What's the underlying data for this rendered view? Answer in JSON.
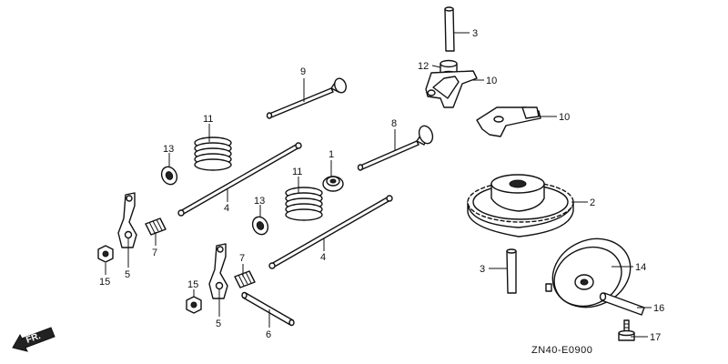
{
  "diagram": {
    "callouts": [
      {
        "id": "c1",
        "label": "1"
      },
      {
        "id": "c2",
        "label": "2"
      },
      {
        "id": "c3a",
        "label": "3"
      },
      {
        "id": "c3b",
        "label": "3"
      },
      {
        "id": "c4a",
        "label": "4"
      },
      {
        "id": "c4b",
        "label": "4"
      },
      {
        "id": "c5a",
        "label": "5"
      },
      {
        "id": "c5b",
        "label": "5"
      },
      {
        "id": "c6",
        "label": "6"
      },
      {
        "id": "c7a",
        "label": "7"
      },
      {
        "id": "c7b",
        "label": "7"
      },
      {
        "id": "c8",
        "label": "8"
      },
      {
        "id": "c9",
        "label": "9"
      },
      {
        "id": "c10a",
        "label": "10"
      },
      {
        "id": "c10b",
        "label": "10"
      },
      {
        "id": "c11a",
        "label": "11"
      },
      {
        "id": "c11b",
        "label": "11"
      },
      {
        "id": "c12",
        "label": "12"
      },
      {
        "id": "c13a",
        "label": "13"
      },
      {
        "id": "c13b",
        "label": "13"
      },
      {
        "id": "c14",
        "label": "14"
      },
      {
        "id": "c15a",
        "label": "15"
      },
      {
        "id": "c15b",
        "label": "15"
      },
      {
        "id": "c16",
        "label": "16"
      },
      {
        "id": "c17",
        "label": "17"
      }
    ],
    "direction_label": "FR.",
    "diagram_code": "ZN40-E0900"
  }
}
